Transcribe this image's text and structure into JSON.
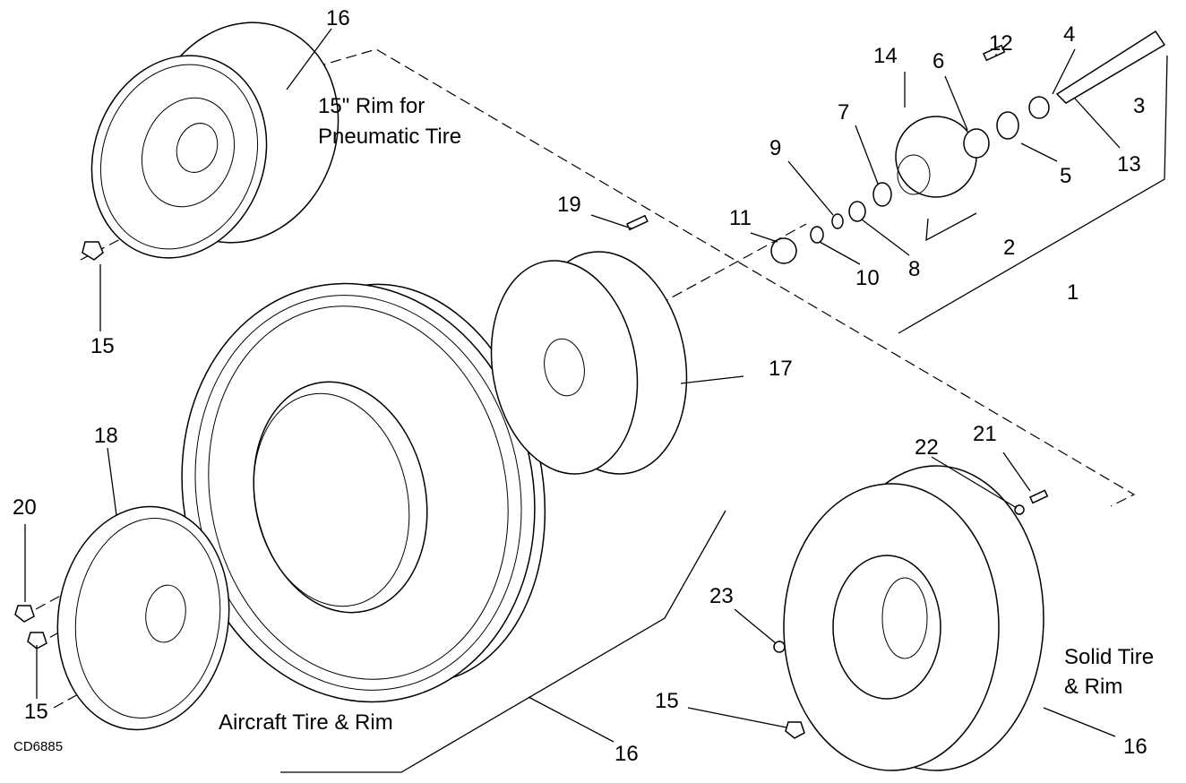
{
  "figure_code": "CD6885",
  "captions": {
    "rim_pneumatic_line1": "15\" Rim for",
    "rim_pneumatic_line2": "Pneumatic Tire",
    "aircraft": "Aircraft Tire & Rim",
    "solid_line1": "Solid Tire",
    "solid_line2": "& Rim"
  },
  "callouts": {
    "c1": "1",
    "c2": "2",
    "c3": "3",
    "c4": "4",
    "c5": "5",
    "c6": "6",
    "c7": "7",
    "c8": "8",
    "c9": "9",
    "c10": "10",
    "c11": "11",
    "c12": "12",
    "c13": "13",
    "c14": "14",
    "c15a": "15",
    "c15b": "15",
    "c15c": "15",
    "c16a": "16",
    "c16b": "16",
    "c16c": "16",
    "c17": "17",
    "c18": "18",
    "c19": "19",
    "c20": "20",
    "c21": "21",
    "c22": "22",
    "c23": "23"
  }
}
